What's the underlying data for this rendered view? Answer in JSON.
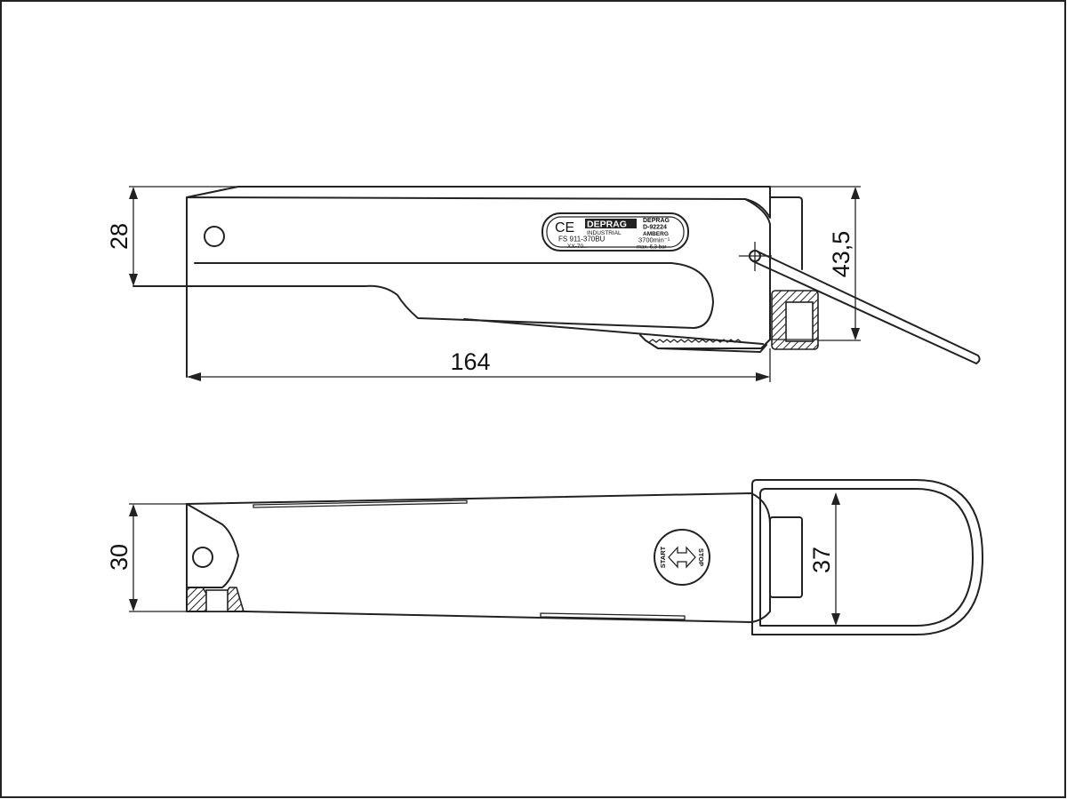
{
  "dimensions": {
    "side_height": "28",
    "side_total_height": "43,5",
    "side_length": "164",
    "top_width": "30",
    "top_hanger_width": "37"
  },
  "nameplate": {
    "ce_mark": "CE",
    "brand": "DEPRAG",
    "brand_sub": "INDUSTRIAL",
    "model": "FS 911-370BU",
    "serial": "XX-70..",
    "maker": "DEPRAG",
    "postcode": "D-92224",
    "city": "AMBERG",
    "speed": "3700min⁻¹",
    "pressure": "max. 6,3 bar"
  },
  "button": {
    "start_label": "START",
    "stop_label": "STOP"
  }
}
